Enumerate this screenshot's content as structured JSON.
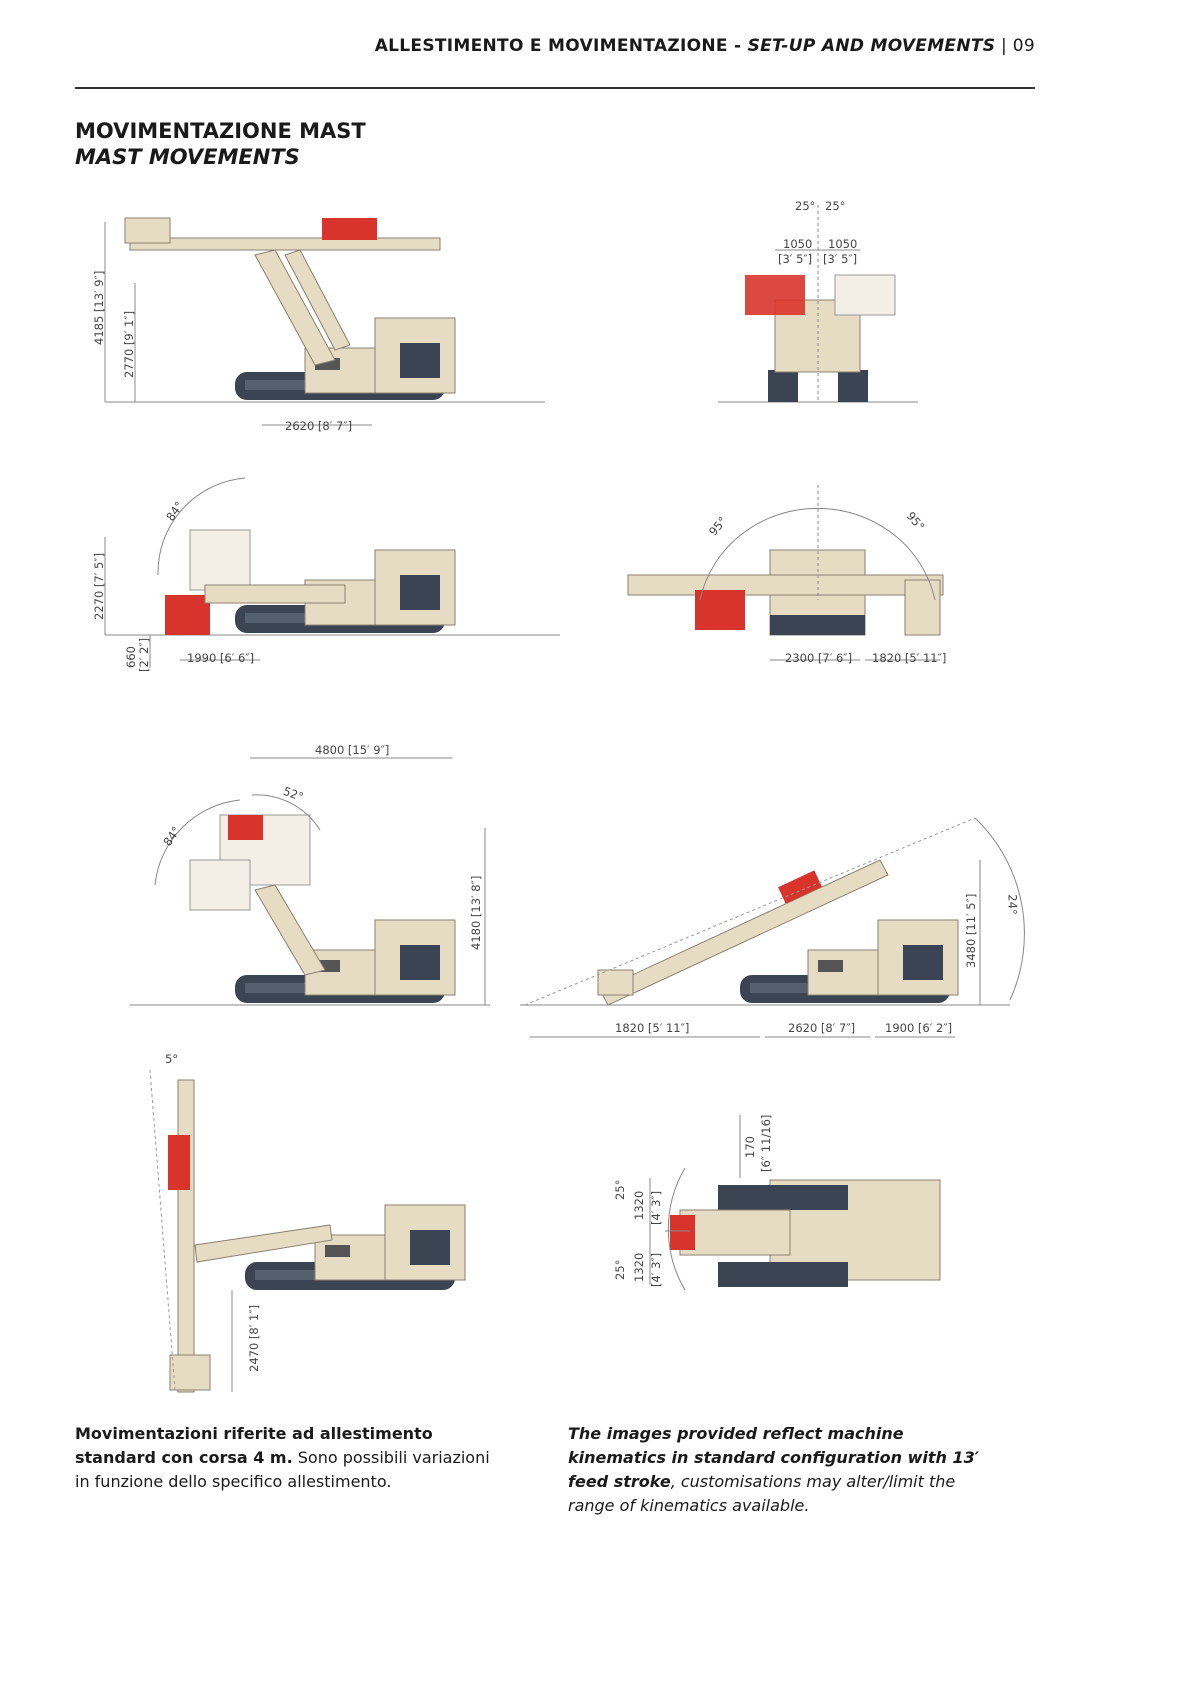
{
  "header": {
    "title_it": "ALLESTIMENTO E MOVIMENTAZIONE - ",
    "title_en": "SET-UP AND MOVEMENTS",
    "separator": " | ",
    "page_number": "09"
  },
  "section": {
    "title_it": "MOVIMENTAZIONE MAST",
    "title_en": "MAST MOVEMENTS"
  },
  "colors": {
    "body": "#e6dcc4",
    "track": "#3a4452",
    "head": "#d9342b",
    "line": "#888888"
  },
  "drawings": {
    "d1": {
      "h_total": "4185 [13′ 9″]",
      "h_mid": "2770 [9′ 1″]",
      "w": "2620 [8′ 7″]"
    },
    "d2": {
      "ang_l": "25°",
      "ang_r": "25°",
      "w_l": "1050",
      "w_l_ft": "[3′ 5″]",
      "w_r": "1050",
      "w_r_ft": "[3′ 5″]"
    },
    "d3": {
      "ang": "84°",
      "h": "2270 [7′ 5″]",
      "low": "660",
      "low_ft": "[2′ 2″]",
      "w": "1990 [6′ 6″]"
    },
    "d4": {
      "ang_l": "95°",
      "ang_r": "95°",
      "w1": "2300 [7′ 6″]",
      "w2": "1820 [5′ 11″]"
    },
    "d5": {
      "w": "4800 [15′ 9″]",
      "ang1": "52°",
      "ang2": "84°",
      "h": "4180 [13′ 8″]"
    },
    "d6": {
      "w1": "1820 [5′ 11″]",
      "w2": "2620 [8′ 7″]",
      "w3": "1900 [6′ 2″]",
      "h": "3480 [11′ 5″]",
      "ang": "24°"
    },
    "d7": {
      "ang": "5°",
      "h": "2470 [8′ 1″]"
    },
    "d8": {
      "off": "170",
      "off_ft": "[6″ 11/16]",
      "a1": "1320",
      "a1_ft": "[4′ 3″]",
      "a2": "1320",
      "a2_ft": "[4′ 3″]",
      "ang1": "25°",
      "ang2": "25°"
    }
  },
  "footer": {
    "it_bold": "Movimentazioni riferite ad allestimento standard con corsa 4 m.",
    "it_normal": " Sono possibili variazioni in funzione dello specifico allestimento.",
    "en_bold": "The images provided reflect machine kinematics in standard configuration with 13′ feed stroke",
    "en_normal": ", customisations may alter/limit the range of kinematics available."
  }
}
